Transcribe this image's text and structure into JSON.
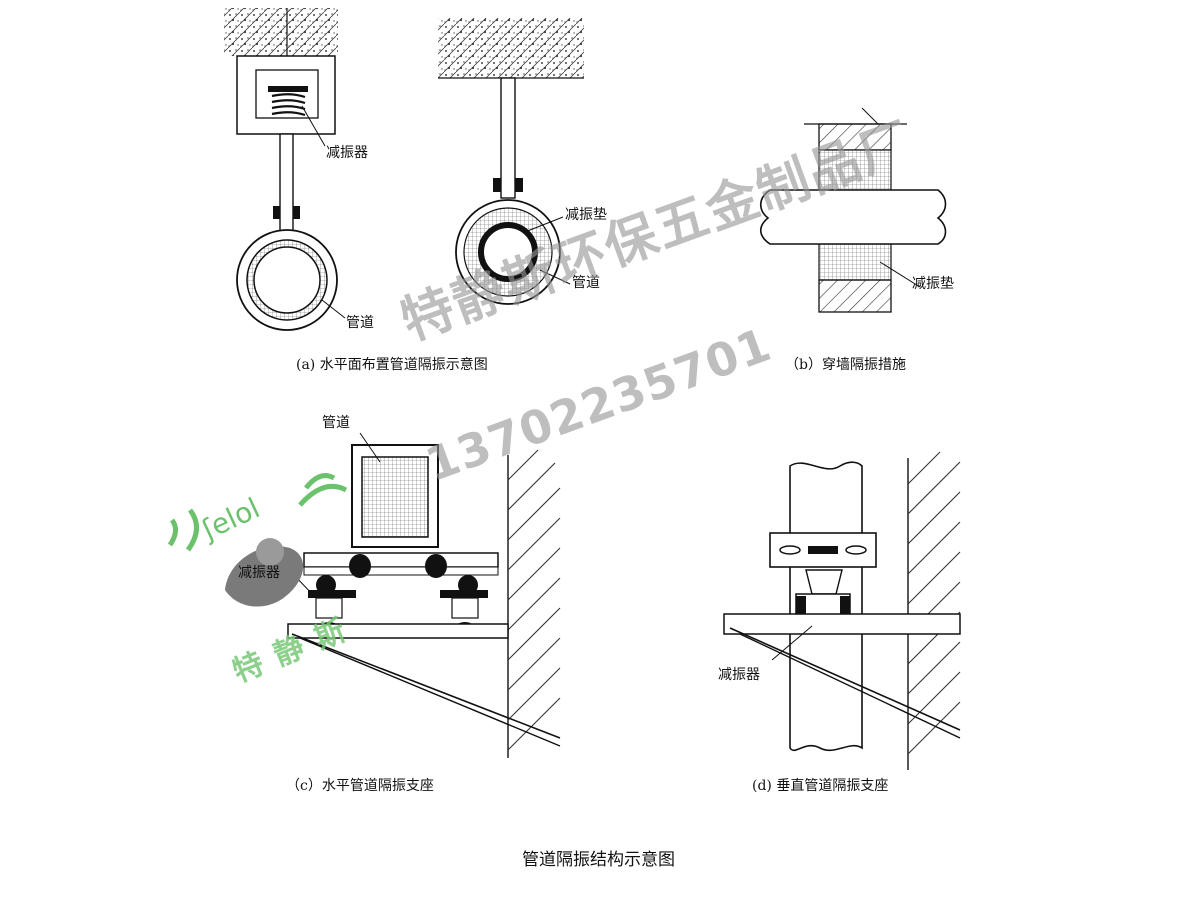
{
  "labels": {
    "a_damper": "减振器",
    "a_pipe": "管道",
    "a2_pad": "减振垫",
    "a2_pipe": "管道",
    "b_pad": "减振垫",
    "c_pipe": "管道",
    "c_damper": "减振器",
    "d_damper": "减振器"
  },
  "captions": {
    "a": "(a) 水平面布置管道隔振示意图",
    "b": "（b）穿墙隔振措施",
    "c": "（c）水平管道隔振支座",
    "d": "(d) 垂直管道隔振支座"
  },
  "title": "管道隔振结构示意图",
  "watermark": {
    "company": "特静斯环保五金制品厂",
    "phone": "13702235701",
    "logo_text": "特静斯"
  },
  "colors": {
    "line": "#111111",
    "hatch": "#333333",
    "logo_green": "#6cc26c",
    "logo_gray": "#777777",
    "watermark_gray": "#999999"
  }
}
